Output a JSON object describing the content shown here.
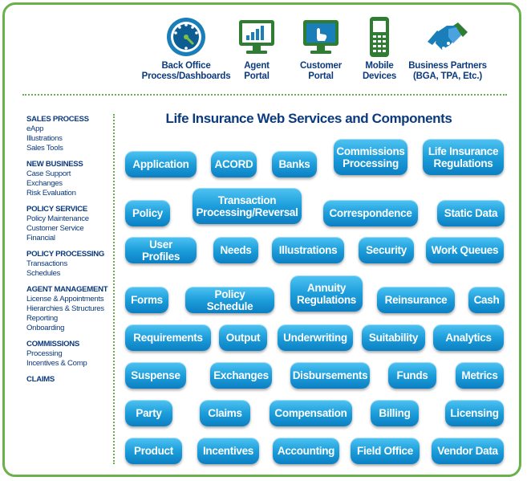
{
  "top_items": [
    {
      "line1": "Back Office",
      "line2": "Process/Dashboards",
      "icon": "dashboard-gauge-icon"
    },
    {
      "line1": "Agent",
      "line2": "Portal",
      "icon": "monitor-chart-icon"
    },
    {
      "line1": "Customer",
      "line2": "Portal",
      "icon": "monitor-hand-icon"
    },
    {
      "line1": "Mobile",
      "line2": "Devices",
      "icon": "mobile-phone-icon"
    },
    {
      "line1": "Business Partners",
      "line2": "(BGA, TPA, Etc.)",
      "icon": "handshake-icon"
    }
  ],
  "sidebar": [
    {
      "heading": "SALES PROCESS",
      "items": [
        "eApp",
        "Illustrations",
        "Sales Tools"
      ]
    },
    {
      "heading": "NEW BUSINESS",
      "items": [
        "Case Support",
        "Exchanges",
        "Risk Evaluation"
      ]
    },
    {
      "heading": "POLICY SERVICE",
      "items": [
        "Policy Maintenance",
        "Customer Service",
        "Financial"
      ]
    },
    {
      "heading": "POLICY PROCESSING",
      "items": [
        "Transactions",
        "Schedules"
      ]
    },
    {
      "heading": "AGENT MANAGEMENT",
      "items": [
        "License & Appointments",
        "Hierarchies & Structures",
        "Reporting",
        "Onboarding"
      ]
    },
    {
      "heading": "COMMISSIONS",
      "items": [
        "Processing",
        "Incentives & Comp"
      ]
    },
    {
      "heading": "CLAIMS",
      "items": []
    }
  ],
  "main_title": "Life Insurance Web Services and Components",
  "components": {
    "application": [
      "Application"
    ],
    "acord": [
      "ACORD"
    ],
    "banks": [
      "Banks"
    ],
    "commissions_processing": [
      "Commissions",
      "Processing"
    ],
    "life_insurance_regulations": [
      "Life Insurance",
      "Regulations"
    ],
    "policy": [
      "Policy"
    ],
    "transaction_processing": [
      "Transaction",
      "Processing/Reversal"
    ],
    "correspondence": [
      "Correspondence"
    ],
    "static_data": [
      "Static Data"
    ],
    "user_profiles": [
      "User Profiles"
    ],
    "needs": [
      "Needs"
    ],
    "illustrations": [
      "Illustrations"
    ],
    "security": [
      "Security"
    ],
    "work_queues": [
      "Work Queues"
    ],
    "forms": [
      "Forms"
    ],
    "policy_schedule": [
      "Policy Schedule"
    ],
    "annuity_regulations": [
      "Annuity",
      "Regulations"
    ],
    "reinsurance": [
      "Reinsurance"
    ],
    "cash": [
      "Cash"
    ],
    "requirements": [
      "Requirements"
    ],
    "output": [
      "Output"
    ],
    "underwriting": [
      "Underwriting"
    ],
    "suitability": [
      "Suitability"
    ],
    "analytics": [
      "Analytics"
    ],
    "suspense": [
      "Suspense"
    ],
    "exchanges": [
      "Exchanges"
    ],
    "disbursements": [
      "Disbursements"
    ],
    "funds": [
      "Funds"
    ],
    "metrics": [
      "Metrics"
    ],
    "party": [
      "Party"
    ],
    "claims": [
      "Claims"
    ],
    "compensation": [
      "Compensation"
    ],
    "billing": [
      "Billing"
    ],
    "licensing": [
      "Licensing"
    ],
    "product": [
      "Product"
    ],
    "incentives": [
      "Incentives"
    ],
    "accounting": [
      "Accounting"
    ],
    "field_office": [
      "Field Office"
    ],
    "vendor_data": [
      "Vendor Data"
    ]
  },
  "colors": {
    "accent_green": "#6ab04c",
    "navy_text": "#0b3a7e",
    "button_blue": "#1d9edb"
  }
}
